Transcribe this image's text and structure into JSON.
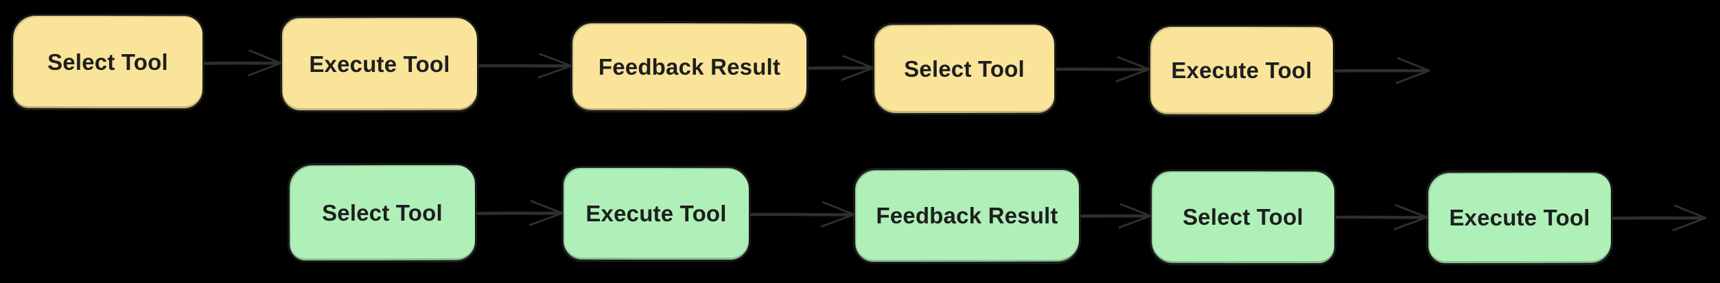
{
  "diagram": {
    "background_color": "#000000",
    "outline_color": "#1d1d1d",
    "arrow_color": "#2e2e2e",
    "text_color": "#1e1e1e",
    "rows": [
      {
        "id": "top",
        "fill_color": "#f9e49a",
        "nodes": [
          {
            "label": "Select Tool"
          },
          {
            "label": "Execute Tool"
          },
          {
            "label": "Feedback Result"
          },
          {
            "label": "Select Tool"
          },
          {
            "label": "Execute Tool"
          }
        ]
      },
      {
        "id": "bottom",
        "fill_color": "#aff0b9",
        "nodes": [
          {
            "label": "Select Tool"
          },
          {
            "label": "Execute Tool"
          },
          {
            "label": "Feedback Result"
          },
          {
            "label": "Select Tool"
          },
          {
            "label": "Execute Tool"
          }
        ]
      }
    ]
  }
}
